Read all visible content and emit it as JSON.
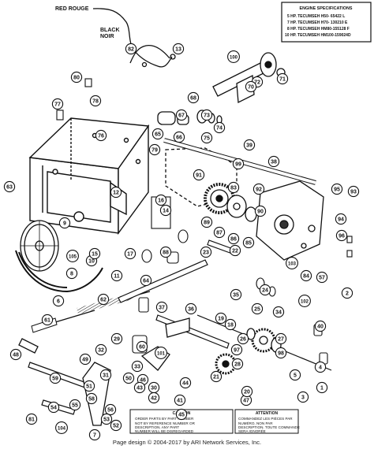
{
  "wire_labels": [
    "RED ROUGE",
    "BLACK",
    "NOIR"
  ],
  "engine_specs": {
    "title": "ENGINE SPECIFICATIONS",
    "lines": [
      "5 HP.  TECUMSEH H50- 65422 L",
      "7 HP.  TECUMSEH H70- 130210 E",
      "8 HP.  TECUMSEH HM80-155128 F",
      "10 HP. TECUMSEH HM100-159024D"
    ]
  },
  "caution": {
    "title": "CAUTION",
    "lines": [
      "ORDER PARTS BY PART NUMBER",
      "NOT BY REFERENCE NUMBER OR",
      "DESCRIPTION. ANY PART",
      "NUMBER WILL BE DISREGARDED"
    ]
  },
  "attention": {
    "title": "ATTENTION",
    "lines": [
      "COMMANDEZ LES PIÈCES PAR",
      "NUMÉRO, NON PAR",
      "DESCRIPTION. TOUTE COMMANDE",
      "SERA IGNORÉE"
    ]
  },
  "footer": "Page design © 2004-2017 by ARI Network Services, Inc.",
  "callouts": [
    {
      "name": "callout-82",
      "label": "82"
    },
    {
      "name": "callout-13",
      "label": "13"
    },
    {
      "name": "callout-80",
      "label": "80"
    },
    {
      "name": "callout-100",
      "label": "100"
    },
    {
      "name": "callout-72",
      "label": "72"
    },
    {
      "name": "callout-71",
      "label": "71"
    },
    {
      "name": "callout-70",
      "label": "70"
    },
    {
      "name": "callout-77",
      "label": "77"
    },
    {
      "name": "callout-78",
      "label": "78"
    },
    {
      "name": "callout-68",
      "label": "68"
    },
    {
      "name": "callout-67",
      "label": "67"
    },
    {
      "name": "callout-73",
      "label": "73"
    },
    {
      "name": "callout-74",
      "label": "74"
    },
    {
      "name": "callout-76",
      "label": "76"
    },
    {
      "name": "callout-65",
      "label": "65"
    },
    {
      "name": "callout-66",
      "label": "66"
    },
    {
      "name": "callout-75",
      "label": "75"
    },
    {
      "name": "callout-79",
      "label": "79"
    },
    {
      "name": "callout-39",
      "label": "39"
    },
    {
      "name": "callout-99",
      "label": "99"
    },
    {
      "name": "callout-38",
      "label": "38"
    },
    {
      "name": "callout-93",
      "label": "93"
    },
    {
      "name": "callout-95",
      "label": "95"
    },
    {
      "name": "callout-94",
      "label": "94"
    },
    {
      "name": "callout-96",
      "label": "96"
    },
    {
      "name": "callout-63",
      "label": "63"
    },
    {
      "name": "callout-12",
      "label": "12"
    },
    {
      "name": "callout-91",
      "label": "91"
    },
    {
      "name": "callout-83",
      "label": "83"
    },
    {
      "name": "callout-92",
      "label": "92"
    },
    {
      "name": "callout-89",
      "label": "89"
    },
    {
      "name": "callout-90",
      "label": "90"
    },
    {
      "name": "callout-87",
      "label": "87"
    },
    {
      "name": "callout-86",
      "label": "86"
    },
    {
      "name": "callout-85",
      "label": "85"
    },
    {
      "name": "callout-16",
      "label": "16"
    },
    {
      "name": "callout-14",
      "label": "14"
    },
    {
      "name": "callout-103",
      "label": "103"
    },
    {
      "name": "callout-84",
      "label": "84"
    },
    {
      "name": "callout-57",
      "label": "57"
    },
    {
      "name": "callout-9",
      "label": "9"
    },
    {
      "name": "callout-10",
      "label": "10"
    },
    {
      "name": "callout-15",
      "label": "15"
    },
    {
      "name": "callout-17",
      "label": "17"
    },
    {
      "name": "callout-88",
      "label": "88"
    },
    {
      "name": "callout-105",
      "label": "105"
    },
    {
      "name": "callout-8",
      "label": "8"
    },
    {
      "name": "callout-11",
      "label": "11"
    },
    {
      "name": "callout-64",
      "label": "64"
    },
    {
      "name": "callout-23",
      "label": "23"
    },
    {
      "name": "callout-22",
      "label": "22"
    },
    {
      "name": "callout-35",
      "label": "35"
    },
    {
      "name": "callout-102",
      "label": "102"
    },
    {
      "name": "callout-2",
      "label": "2"
    },
    {
      "name": "callout-6",
      "label": "6"
    },
    {
      "name": "callout-62",
      "label": "62"
    },
    {
      "name": "callout-37",
      "label": "37"
    },
    {
      "name": "callout-36",
      "label": "36"
    },
    {
      "name": "callout-24",
      "label": "24"
    },
    {
      "name": "callout-25",
      "label": "25"
    },
    {
      "name": "callout-34",
      "label": "34"
    },
    {
      "name": "callout-19",
      "label": "19"
    },
    {
      "name": "callout-18",
      "label": "18"
    },
    {
      "name": "callout-29",
      "label": "29"
    },
    {
      "name": "callout-26",
      "label": "26"
    },
    {
      "name": "callout-60",
      "label": "60"
    },
    {
      "name": "callout-61",
      "label": "61"
    },
    {
      "name": "callout-32",
      "label": "32"
    },
    {
      "name": "callout-33",
      "label": "33"
    },
    {
      "name": "callout-48",
      "label": "48"
    },
    {
      "name": "callout-40",
      "label": "40"
    },
    {
      "name": "callout-101",
      "label": "101"
    },
    {
      "name": "callout-27",
      "label": "27"
    },
    {
      "name": "callout-97",
      "label": "97"
    },
    {
      "name": "callout-98",
      "label": "98"
    },
    {
      "name": "callout-4",
      "label": "4"
    },
    {
      "name": "callout-28",
      "label": "28"
    },
    {
      "name": "callout-49",
      "label": "49"
    },
    {
      "name": "callout-31",
      "label": "31"
    },
    {
      "name": "callout-51",
      "label": "51"
    },
    {
      "name": "callout-30",
      "label": "30"
    },
    {
      "name": "callout-46",
      "label": "46"
    },
    {
      "name": "callout-50",
      "label": "50"
    },
    {
      "name": "callout-43",
      "label": "43"
    },
    {
      "name": "callout-44",
      "label": "44"
    },
    {
      "name": "callout-1",
      "label": "1"
    },
    {
      "name": "callout-58",
      "label": "58"
    },
    {
      "name": "callout-56",
      "label": "56"
    },
    {
      "name": "callout-55",
      "label": "55"
    },
    {
      "name": "callout-42",
      "label": "42"
    },
    {
      "name": "callout-41",
      "label": "41"
    },
    {
      "name": "callout-45",
      "label": "45"
    },
    {
      "name": "callout-52",
      "label": "52"
    },
    {
      "name": "callout-53",
      "label": "53"
    },
    {
      "name": "callout-7",
      "label": "7"
    },
    {
      "name": "callout-3",
      "label": "3"
    },
    {
      "name": "callout-47",
      "label": "47"
    },
    {
      "name": "callout-5",
      "label": "5"
    },
    {
      "name": "callout-21",
      "label": "21"
    },
    {
      "name": "callout-20",
      "label": "20"
    },
    {
      "name": "callout-54",
      "label": "54"
    },
    {
      "name": "callout-104",
      "label": "104"
    },
    {
      "name": "callout-81",
      "label": "81"
    },
    {
      "name": "callout-59",
      "label": "59"
    }
  ]
}
